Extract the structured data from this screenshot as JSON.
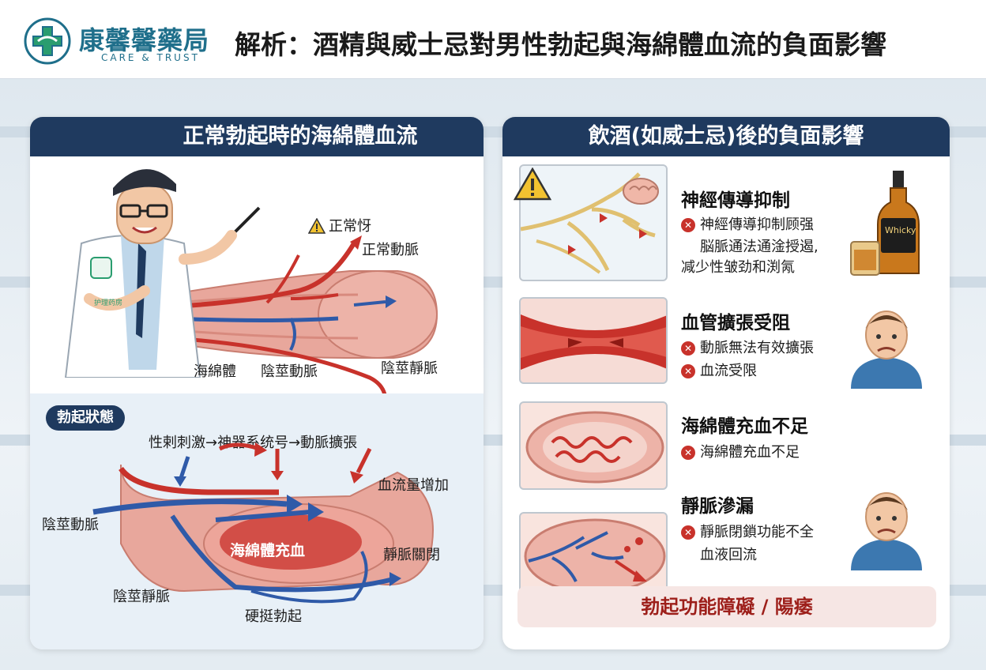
{
  "header": {
    "brand_name": "康馨馨藥局",
    "brand_tagline": "CARE & TRUST",
    "title": "解析：酒精與威士忌對男性勃起與海綿體血流的負面影響"
  },
  "left_panel": {
    "heading": "正常勃起時的海綿體血流",
    "coat_badge": "护理药房",
    "anatomy_labels": {
      "normal_state": "正常㤉",
      "normal_artery": "正常動脈",
      "corpus_cavernosum": "海綿體",
      "penile_artery": "陰莖動脈",
      "penile_vein": "陰莖靜脈"
    },
    "erection": {
      "badge": "勃起狀態",
      "process": "性剌刺激→神器系统号→動脈擴張",
      "blood_flow_up": "血流量增加",
      "penile_artery": "陰莖動脈",
      "vein_closed": "靜脈關閉",
      "filling": "海綿體充血",
      "penile_vein": "陰莖靜脈",
      "firm": "硬挺勃起"
    }
  },
  "right_panel": {
    "heading": "飲酒(如威士忌)後的負面影響",
    "whisky_label": "Whicky",
    "sections": [
      {
        "title": "神經傳導抑制",
        "bullets": [
          "神經傳導抑制顾强"
        ],
        "continuation": [
          "脳脈通法通淦授遏,",
          "减少性皱劲和渕氝"
        ]
      },
      {
        "title": "血管擴張受阻",
        "bullets": [
          "動脈無法有效擴張",
          "血流受限"
        ],
        "continuation": []
      },
      {
        "title": "海綿體充血不足",
        "bullets": [
          "海綿體充血不足"
        ],
        "continuation": []
      },
      {
        "title": "靜脈滲漏",
        "bullets": [
          "靜脈閉鎖功能不全"
        ],
        "continuation": [
          "血液回流"
        ]
      }
    ],
    "verdict": "勃起功能障礙 / 陽痿"
  },
  "colors": {
    "navy": "#1f3a5f",
    "brand_teal": "#1f6f8b",
    "artery_red": "#c8322b",
    "vein_blue": "#2f5aa8",
    "tissue_pink": "#e8a79c"
  },
  "icons": {
    "logo": "cross-logo-icon",
    "warning": "warning-icon",
    "bullet": "x-circle-icon",
    "brain": "brain-icon"
  }
}
